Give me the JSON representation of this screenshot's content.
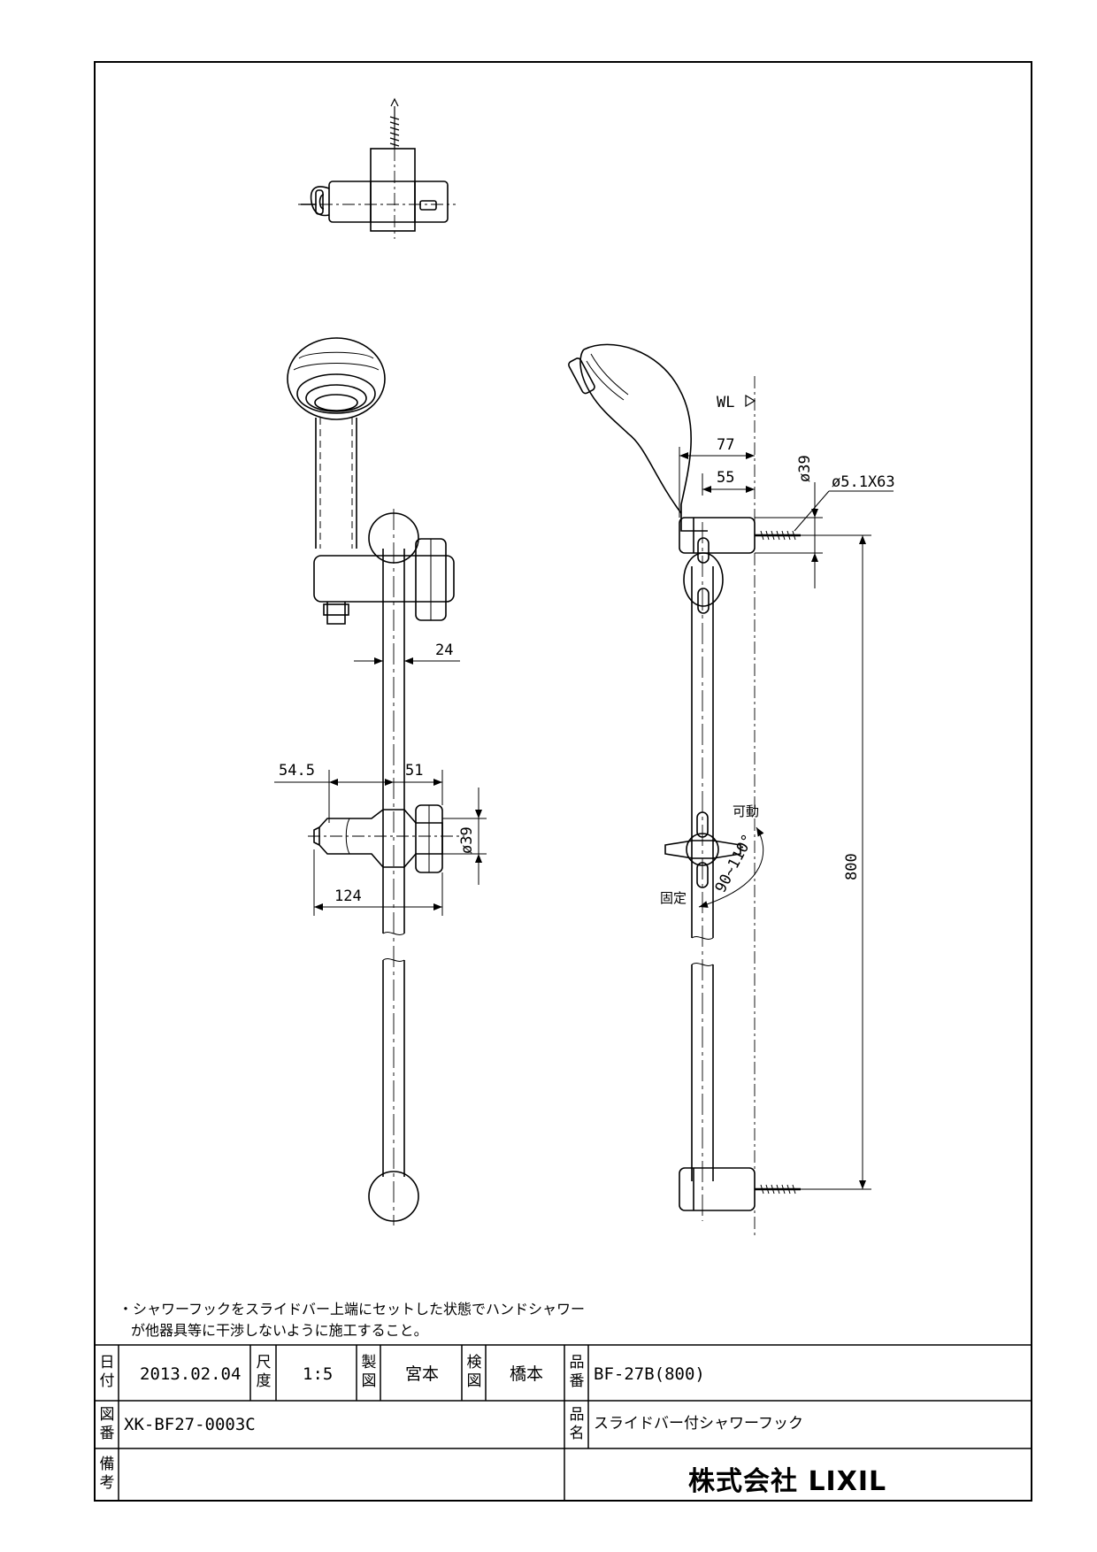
{
  "drawing": {
    "dimensions": {
      "bar_width": "24",
      "hook_left": "54.5",
      "hook_right": "51",
      "hook_length": "124",
      "hook_diameter": "ø39",
      "mount_diameter": "ø39",
      "offset_77": "77",
      "offset_55": "55",
      "screw": "ø5.1X63",
      "bar_length": "800",
      "angle": "90~110°"
    },
    "labels": {
      "water_level": "WL",
      "movable": "可動",
      "fixed": "固定"
    }
  },
  "notes": [
    "・シャワーフックをスライドバー上端にセットした状態でハンドシャワー",
    "が他器具等に干渉しないように施工すること。"
  ],
  "title_block": {
    "date_label": "日付",
    "date": "2013.02.04",
    "scale_label": "尺度",
    "scale": "1:5",
    "drawn_label": "製図",
    "drawn_by": "宮本",
    "checked_label": "検図",
    "checked_by": "橋本",
    "part_no_label": "品番",
    "part_no": "BF-27B(800)",
    "drawing_no_label": "図番",
    "drawing_no": "XK-BF27-0003C",
    "product_name_label": "品名",
    "product_name": "スライドバー付シャワーフック",
    "remarks_label": "備考",
    "company": "株式会社 LIXIL"
  }
}
